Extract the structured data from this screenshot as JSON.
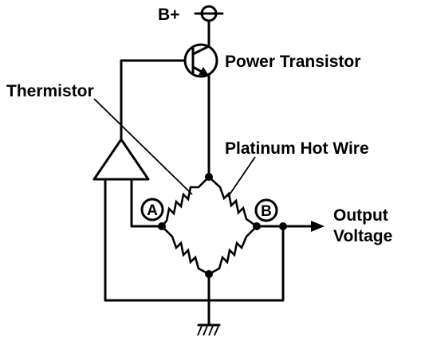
{
  "labels": {
    "supply": "B+",
    "power_transistor": "Power Transistor",
    "thermistor": "Thermistor",
    "platinum_hot_wire": "Platinum Hot Wire",
    "node_a": "A",
    "node_b": "B",
    "output_line1": "Output",
    "output_line2": "Voltage"
  }
}
